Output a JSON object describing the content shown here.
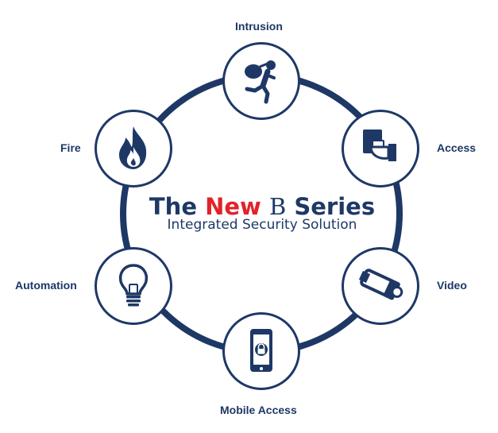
{
  "title": {
    "prefix": "The",
    "accent": "New",
    "b_letter": "B",
    "suffix": "Series"
  },
  "subtitle": "Integrated Security Solution",
  "colors": {
    "navy": "#1e3866",
    "accent_red": "#e2222a",
    "background": "#ffffff"
  },
  "nodes": [
    {
      "label": "Intrusion",
      "icon": "intruder-running-icon"
    },
    {
      "label": "Access",
      "icon": "access-card-reader-icon"
    },
    {
      "label": "Video",
      "icon": "security-camera-icon"
    },
    {
      "label": "Mobile Access",
      "icon": "smartphone-lock-icon"
    },
    {
      "label": "Automation",
      "icon": "lightbulb-icon"
    },
    {
      "label": "Fire",
      "icon": "flame-icon"
    }
  ]
}
